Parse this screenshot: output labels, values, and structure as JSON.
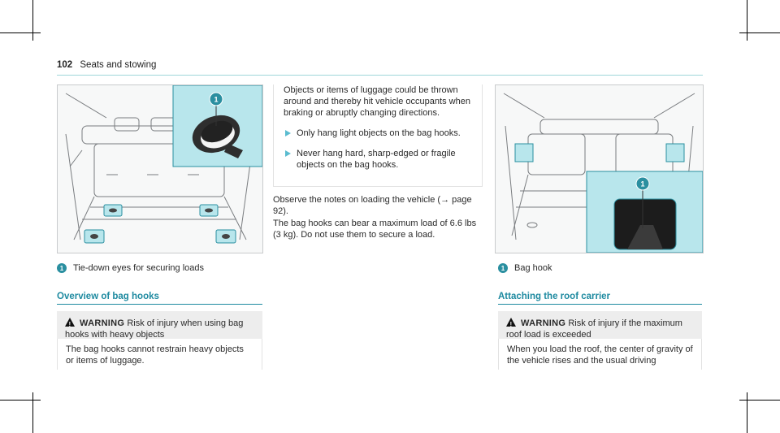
{
  "header": {
    "page_number": "102",
    "section": "Seats and stowing"
  },
  "figure1": {
    "callout": "1"
  },
  "caption1": {
    "num": "1",
    "text": "Tie-down eyes for securing loads"
  },
  "section1": {
    "heading": "Overview of bag hooks",
    "warning_label": "WARNING",
    "warning_title": "Risk of injury when using bag hooks with heavy objects",
    "warning_body": "The bag hooks cannot restrain heavy objects or items of luggage."
  },
  "column2": {
    "continuation": "Objects or items of luggage could be thrown around and thereby hit vehicle occupants when braking or abruptly changing directions.",
    "bullets": [
      "Only hang light objects on the bag hooks.",
      "Never hang hard, sharp-edged or fragile objects on the bag hooks."
    ],
    "note1": "Observe the notes on loading the vehicle (→ page 92).",
    "note2": "The bag hooks can bear a maximum load of 6.6 lbs (3 kg). Do not use them to secure a load."
  },
  "figure2": {
    "callout": "1"
  },
  "caption2": {
    "num": "1",
    "text": "Bag hook"
  },
  "section2": {
    "heading": "Attaching the roof carrier",
    "warning_label": "WARNING",
    "warning_title": "Risk of injury if the maximum roof load is exceeded",
    "warning_body": "When you load the roof, the center of gravity of the vehicle rises and the usual driving"
  },
  "colors": {
    "accent": "#1e8aa0",
    "highlight": "#b8e6ec",
    "warning_bg": "#ededed"
  }
}
